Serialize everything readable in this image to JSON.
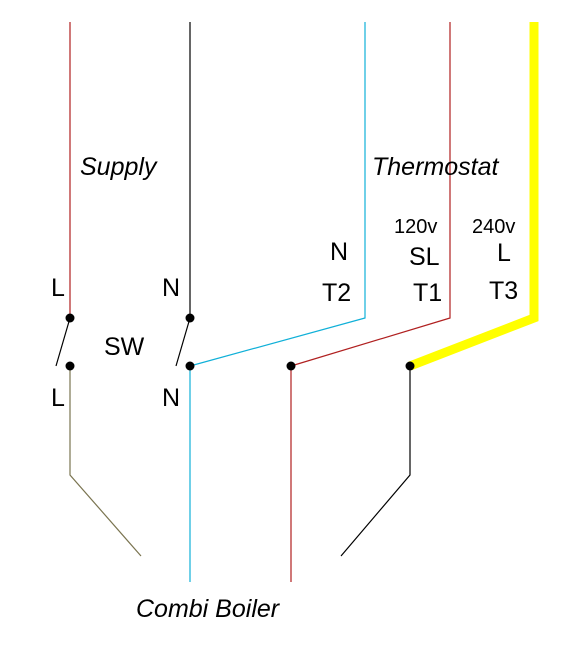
{
  "labels": {
    "supply": "Supply",
    "thermostat": "Thermostat",
    "combi_boiler": "Combi Boiler",
    "switch": "SW",
    "supply_live_top": "L",
    "supply_neutral_top": "N",
    "supply_live_bottom": "L",
    "supply_neutral_bottom": "N",
    "thermostat_neutral": "N",
    "thermostat_neutral_terminal": "T2",
    "thermostat_voltage_120": "120v",
    "thermostat_switched_live": "SL",
    "thermostat_switched_live_terminal": "T1",
    "thermostat_voltage_240": "240v",
    "thermostat_live": "L",
    "thermostat_live_terminal": "T3"
  },
  "colors": {
    "live_red": "#b02020",
    "neutral_black": "#000000",
    "neutral_cyan": "#10b0d8",
    "supply_earthy": "#7a7450",
    "thermostat_yellow": "#ffff00",
    "terminal_dot": "#000000",
    "text": "#000000",
    "background": "#ffffff"
  }
}
